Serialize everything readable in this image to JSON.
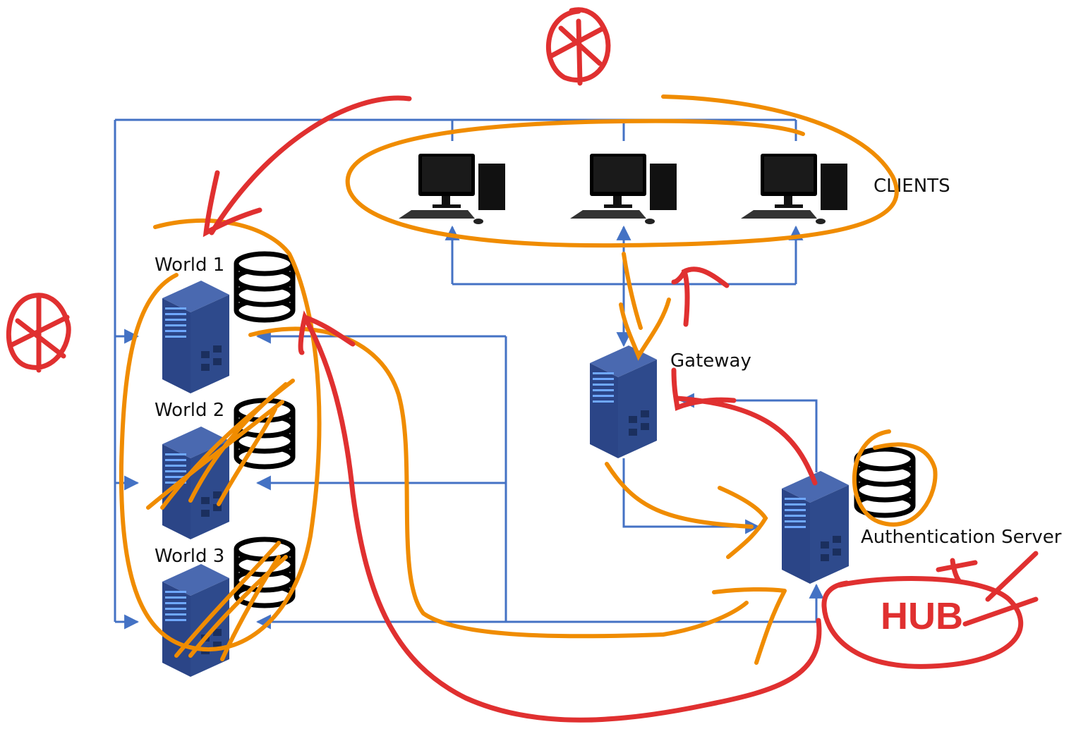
{
  "diagram": {
    "clients_label": "CLIENTS",
    "gateway_label": "Gateway",
    "auth_label": "Authentication Server",
    "worlds": [
      {
        "label": "World 1"
      },
      {
        "label": "World 2"
      },
      {
        "label": "World 3"
      }
    ],
    "annotation_text": "HUB"
  },
  "colors": {
    "connector": "#4472C4",
    "server": "#2E4A8C",
    "annotation_orange": "#F08C00",
    "annotation_red": "#E03030"
  }
}
